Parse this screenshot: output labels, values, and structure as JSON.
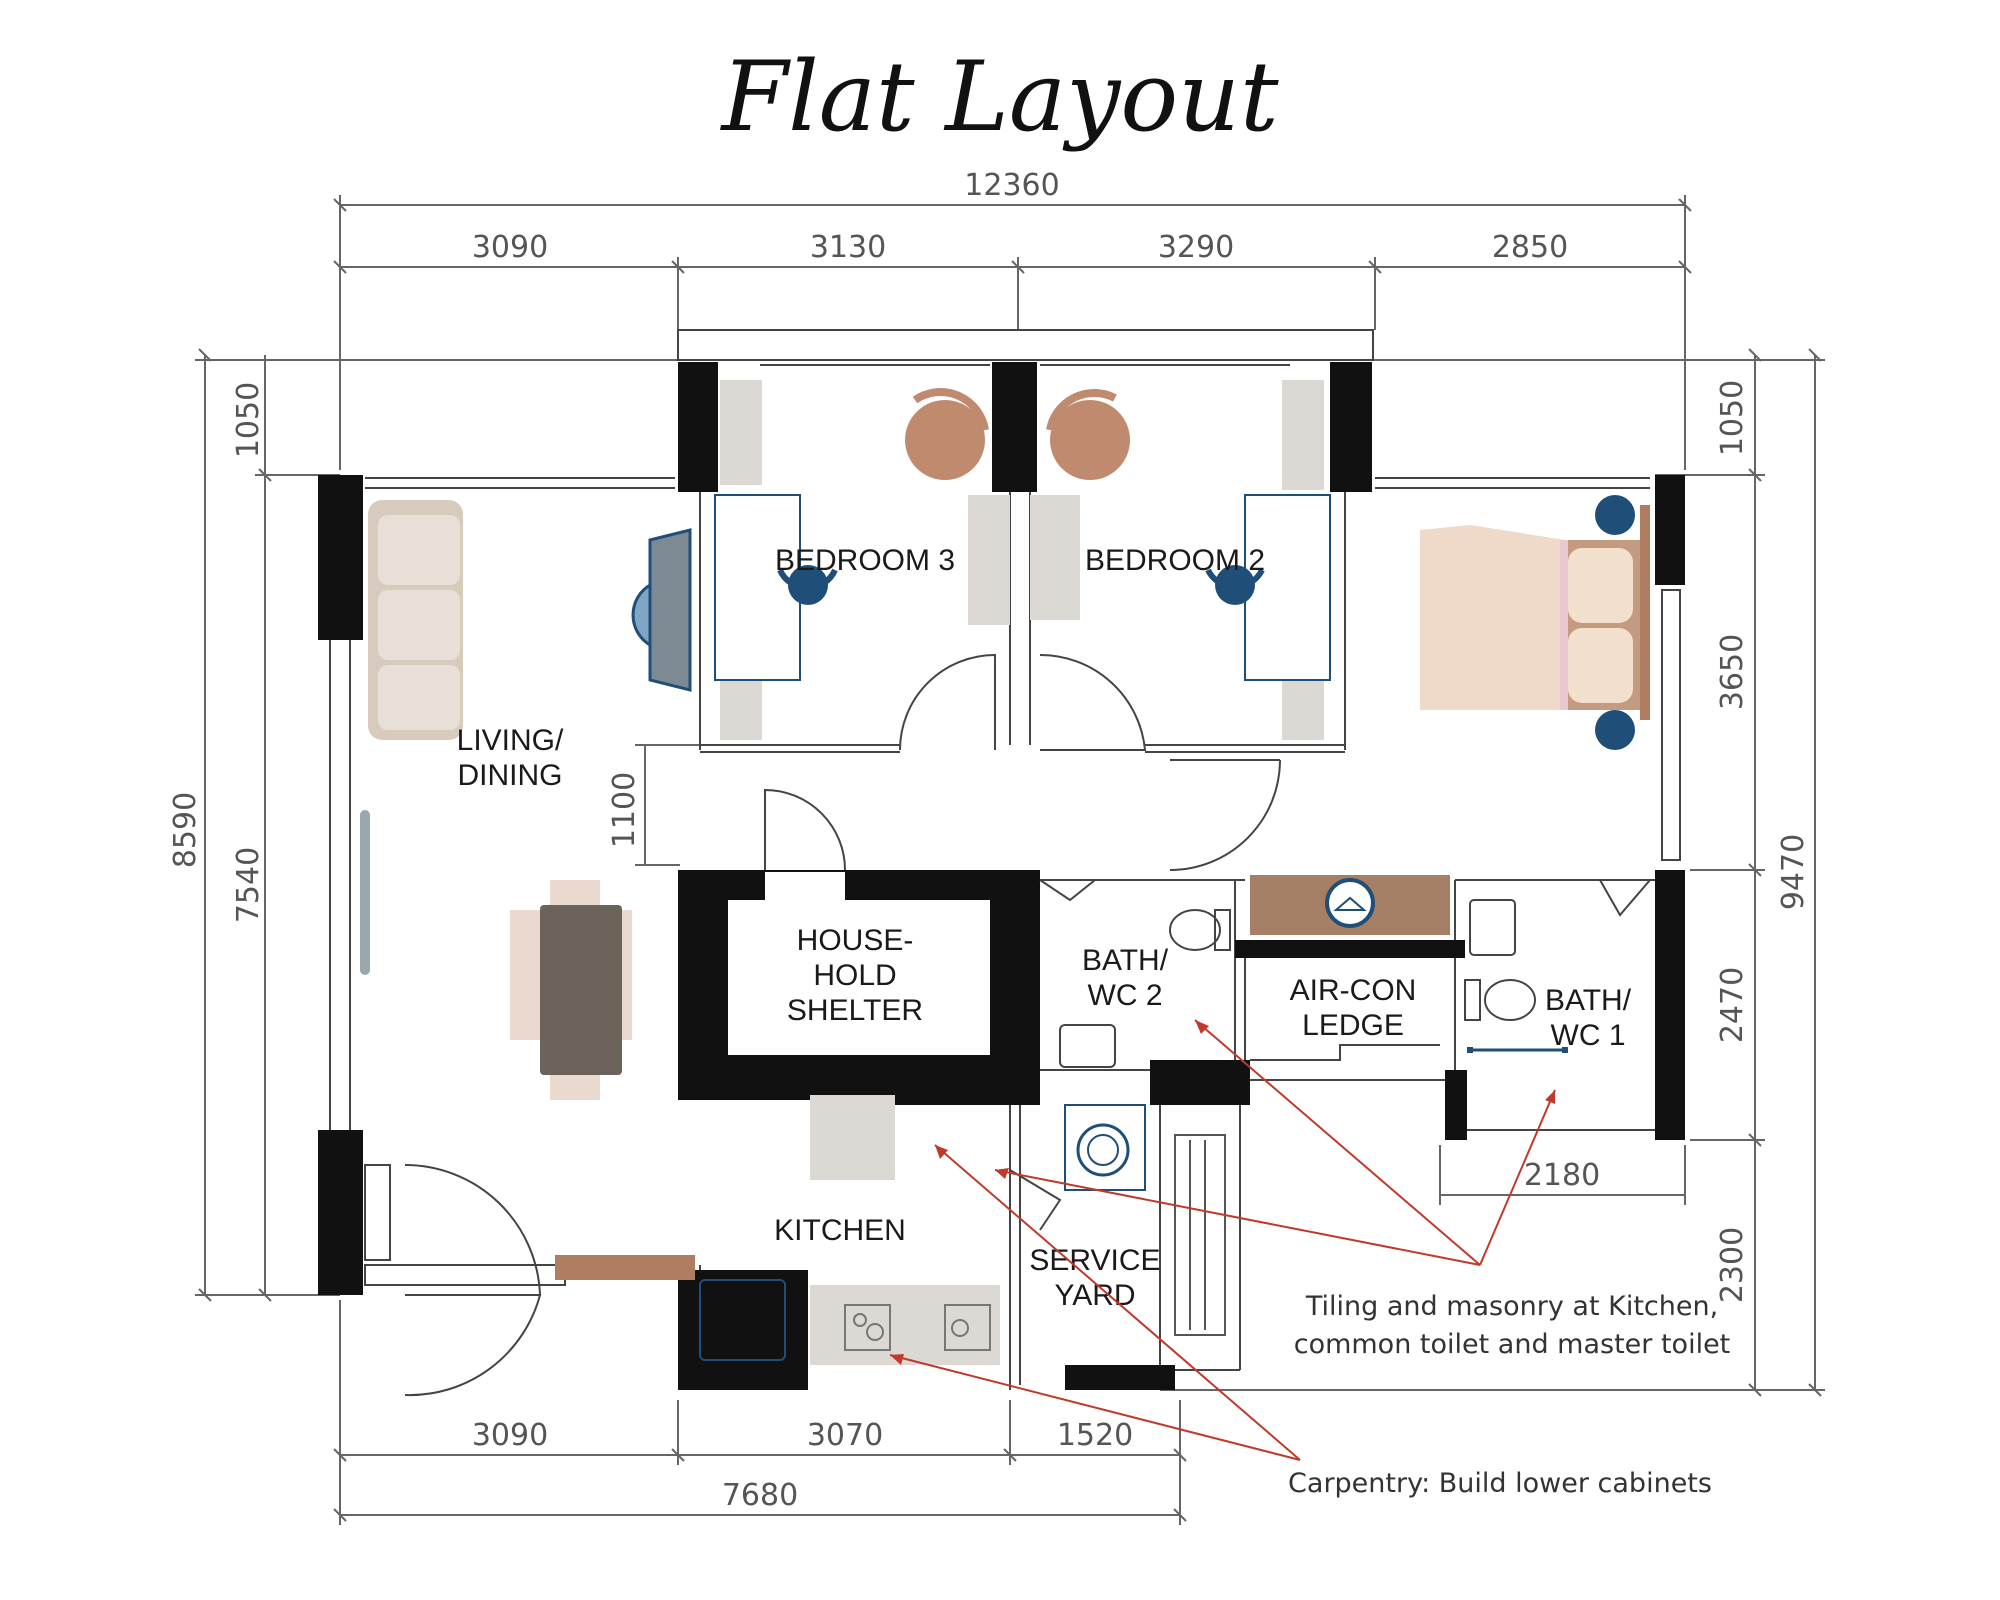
{
  "title": "Flat Layout",
  "dimensions": {
    "top_total": "12360",
    "top_1": "3090",
    "top_2": "3130",
    "top_3": "3290",
    "top_4": "2850",
    "left_1050": "1050",
    "left_8590": "8590",
    "left_7540": "7540",
    "left_1100": "1100",
    "right_1050": "1050",
    "right_3650": "3650",
    "right_9470": "9470",
    "right_2470": "2470",
    "right_2300": "2300",
    "wc1_2180": "2180",
    "bottom_1": "3090",
    "bottom_2": "3070",
    "bottom_3": "1520",
    "bottom_total": "7680"
  },
  "rooms": {
    "bedroom3": "BEDROOM 3",
    "bedroom2": "BEDROOM 2",
    "living_line1": "LIVING/",
    "living_line2": "DINING",
    "shelter_line1": "HOUSE-",
    "shelter_line2": "HOLD",
    "shelter_line3": "SHELTER",
    "bath2_line1": "BATH/",
    "bath2_line2": "WC 2",
    "aircon_line1": "AIR-CON",
    "aircon_line2": "LEDGE",
    "bath1_line1": "BATH/",
    "bath1_line2": "WC 1",
    "kitchen": "KITCHEN",
    "service_line1": "SERVICE",
    "service_line2": "YARD"
  },
  "notes": {
    "tiling_line1": "Tiling and masonry at Kitchen,",
    "tiling_line2": "common toilet and master toilet",
    "carpentry": "Carpentry: Build lower cabinets"
  },
  "colors": {
    "wall": "#111111",
    "annotation": "#c0392b",
    "wood": "#b07d62",
    "chair": "#c08a6e",
    "accent_blue": "#1f4e79",
    "sofa": "#d6cbbd",
    "bed": "#efd9c8",
    "cabinet": "#dcd8d4"
  }
}
